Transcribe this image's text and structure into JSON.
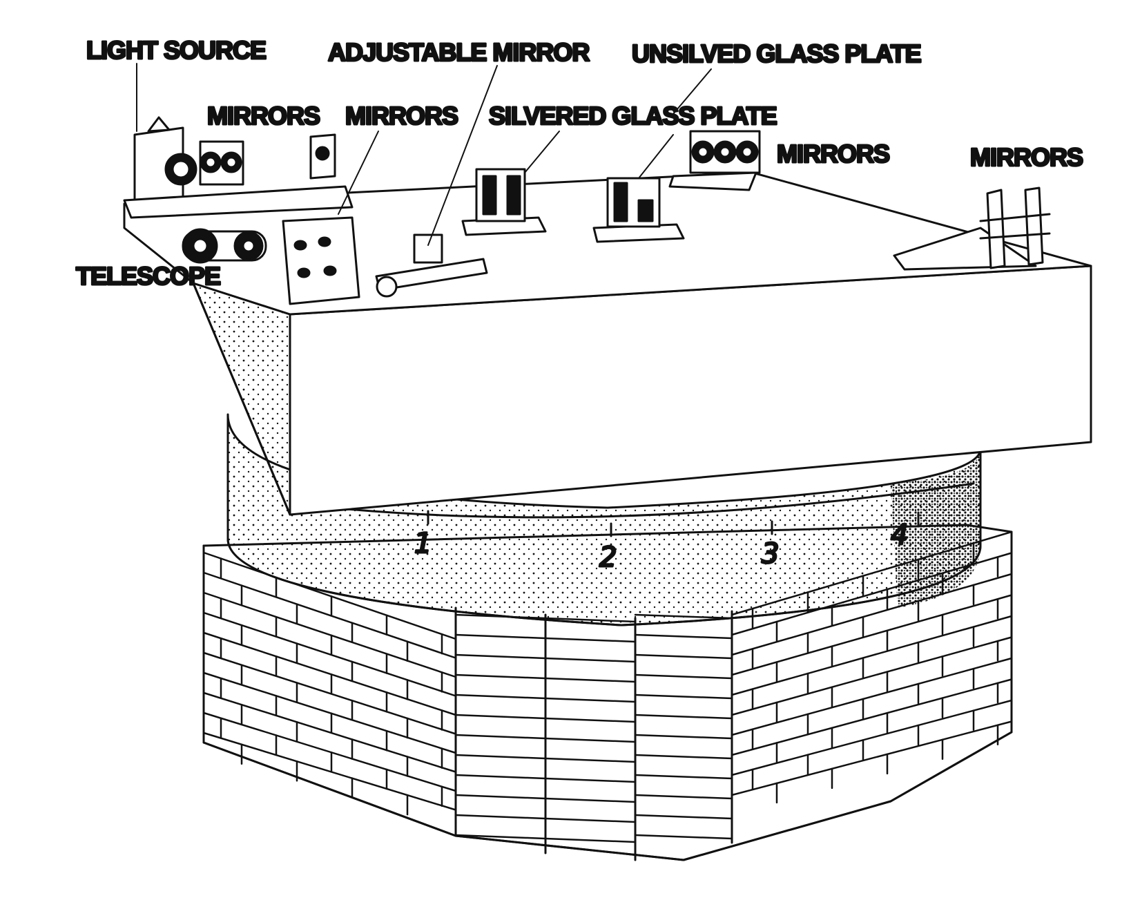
{
  "labels": {
    "light_source": "LIGHT SOURCE",
    "adjustable_mirror": "ADJUSTABLE MIRROR",
    "unsilvered_glass_plate": "UNSILVED GLASS PLATE",
    "mirrors_1": "MIRRORS",
    "mirrors_2": "MIRRORS",
    "silvered_glass_plate": "SILVERED GLASS PLATE",
    "mirrors_3": "MIRRORS",
    "mirrors_4": "MIRRORS",
    "telescope": "TELESCOPE"
  },
  "scale_marks": [
    "1",
    "2",
    "3",
    "4"
  ],
  "colors": {
    "ink": "#111111",
    "paper": "#ffffff"
  }
}
